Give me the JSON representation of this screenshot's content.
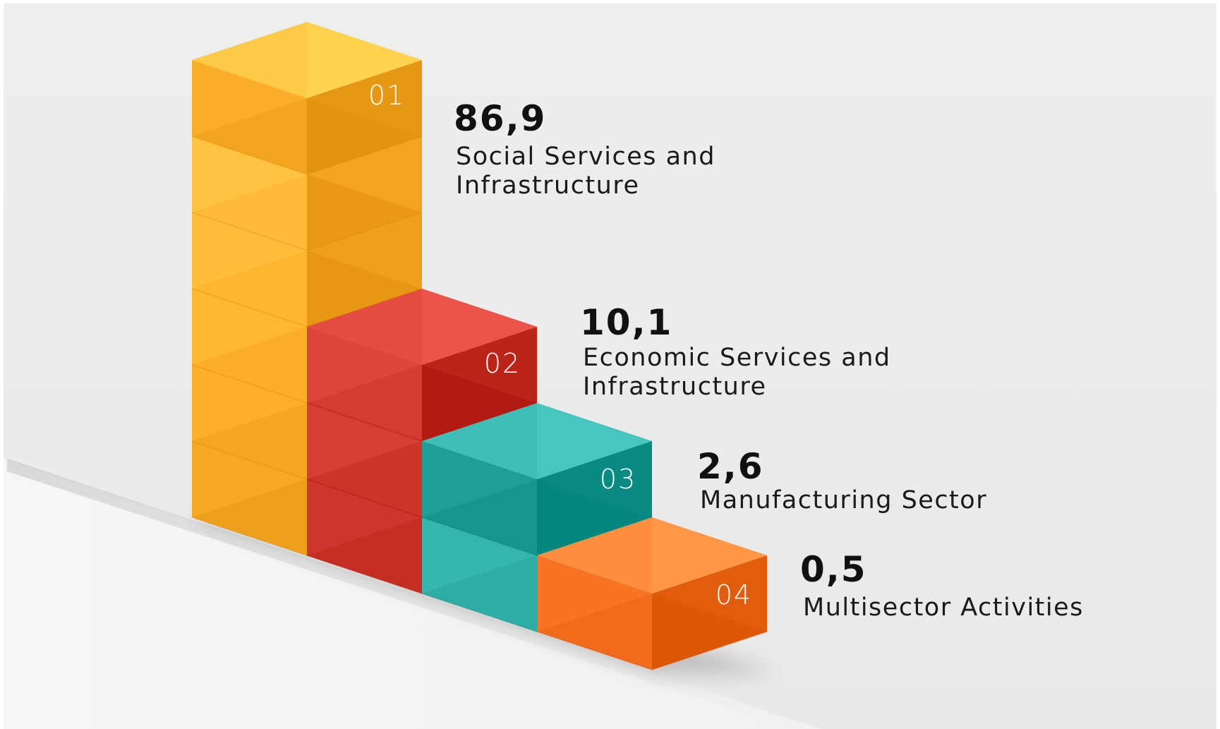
{
  "chart_data": {
    "type": "bar",
    "categories": [
      "Social Services and Infrastructure",
      "Economic Services and Infrastructure",
      "Manufacturing Sector",
      "Multisector Activities"
    ],
    "values": [
      86.9,
      10.1,
      2.6,
      0.5
    ],
    "items": [
      {
        "number": "01",
        "value_label": "86,9",
        "label_line1": "Social Services and",
        "label_line2": "Infrastructure",
        "color": "#f5a623"
      },
      {
        "number": "02",
        "value_label": "10,1",
        "label_line1": "Economic Services and",
        "label_line2": "Infrastructure",
        "color": "#c0281e"
      },
      {
        "number": "03",
        "value_label": "2,6",
        "label_line1": "Manufacturing Sector",
        "label_line2": "",
        "color": "#1a9a92"
      },
      {
        "number": "04",
        "value_label": "0,5",
        "label_line1": "Multisector Activities",
        "label_line2": "",
        "color": "#ee6a1a"
      }
    ],
    "title": "",
    "xlabel": "",
    "ylabel": ""
  }
}
